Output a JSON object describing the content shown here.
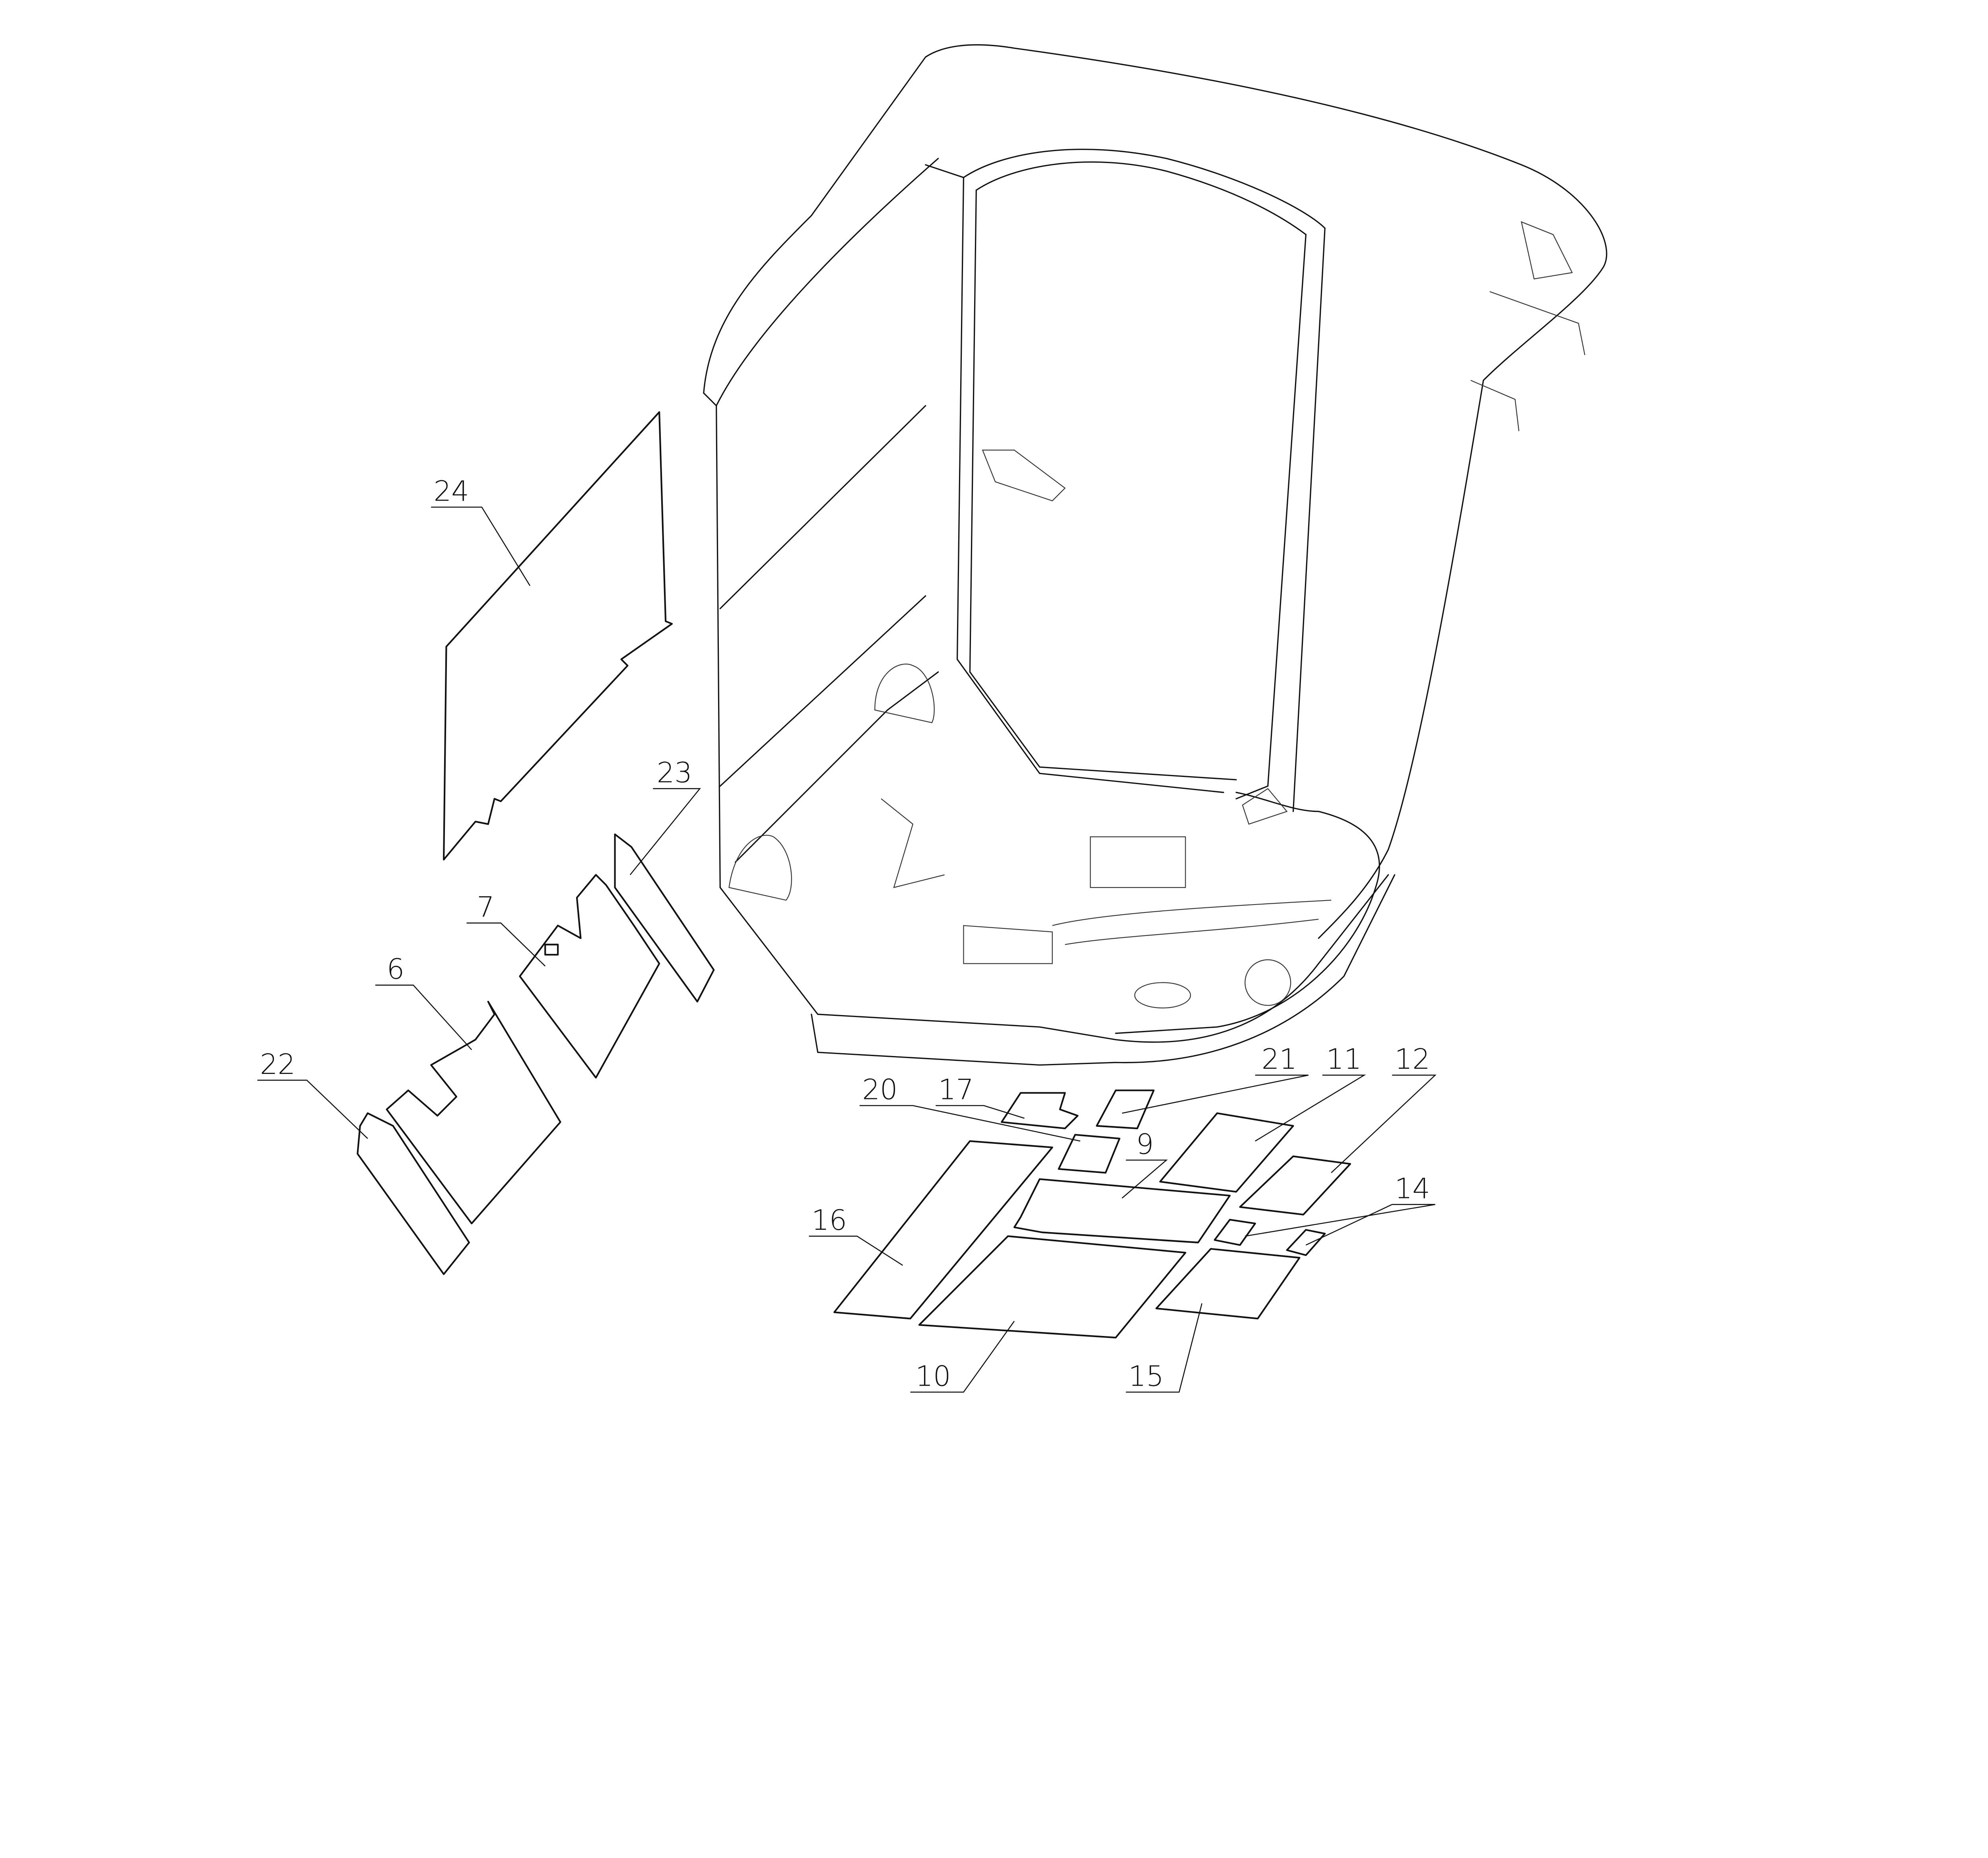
{
  "diagram": {
    "type": "exploded-parts-view",
    "callouts": {
      "p24": "24",
      "p23": "23",
      "p7": "7",
      "p6": "6",
      "p22": "22",
      "p20": "20",
      "p17": "17",
      "p21": "21",
      "p11": "11",
      "p12": "12",
      "p9": "9",
      "p14": "14",
      "p16": "16",
      "p10": "10",
      "p15": "15"
    }
  }
}
